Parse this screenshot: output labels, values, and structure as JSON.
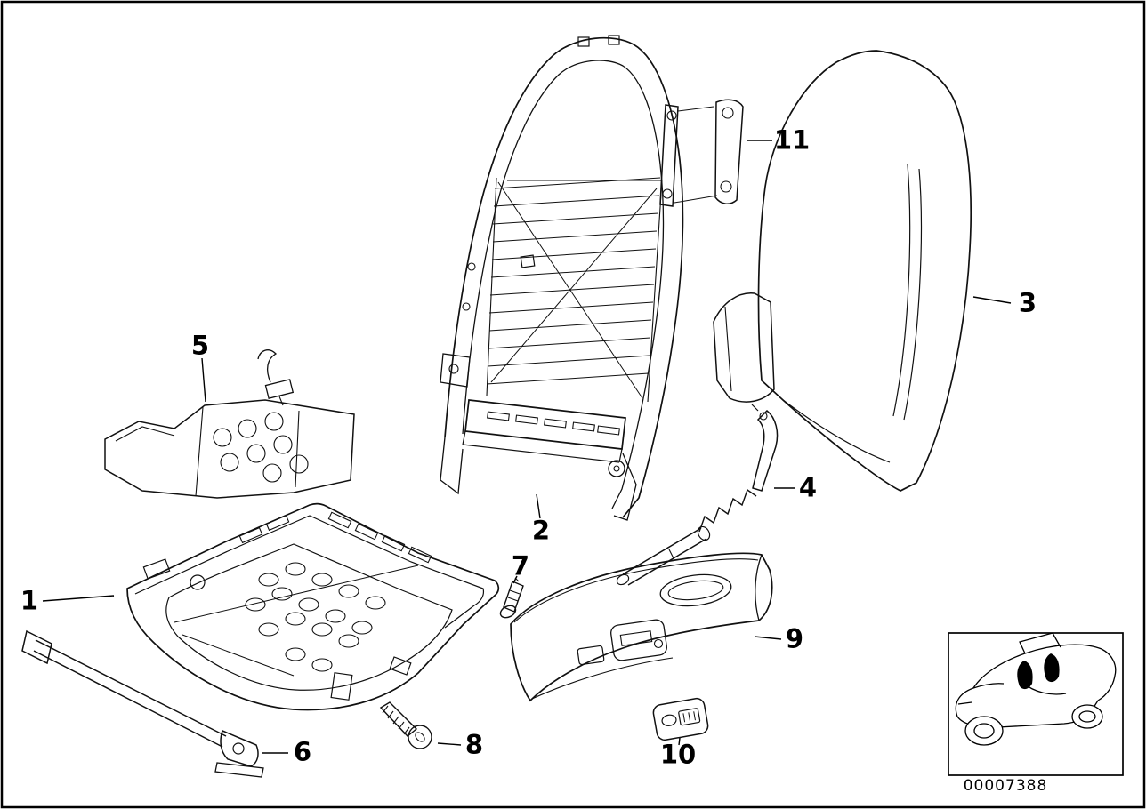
{
  "callouts": {
    "c1": "1",
    "c2": "2",
    "c3": "3",
    "c4": "4",
    "c5": "5",
    "c6": "6",
    "c7": "7",
    "c8": "8",
    "c9": "9",
    "c10": "10",
    "c11": "11"
  },
  "plate": {
    "code": "00007388"
  },
  "colors": {
    "line_art": "#000000",
    "background": "#ffffff",
    "seat_fill": "#000000"
  },
  "icons": {
    "car_thumbnail": "car-with-front-seats-icon"
  }
}
